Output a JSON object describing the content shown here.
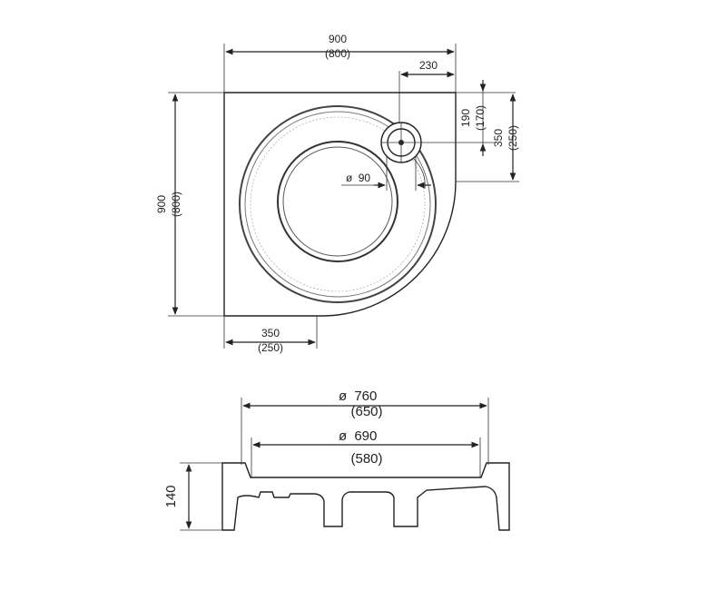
{
  "top_view": {
    "width": {
      "main": "900",
      "alt": "(800)"
    },
    "height": {
      "main": "900",
      "alt": "(800)"
    },
    "drain_x": {
      "main": "230"
    },
    "drain_y": {
      "main": "190",
      "alt": "(170)"
    },
    "right_offset": {
      "main": "350",
      "alt": "(250)"
    },
    "bottom_offset": {
      "main": "350",
      "alt": "(250)"
    },
    "drain_diameter": {
      "symbol": "ø",
      "main": "90"
    }
  },
  "side_view": {
    "outer_diameter": {
      "symbol": "ø",
      "main": "760",
      "alt": "(650)"
    },
    "inner_diameter": {
      "symbol": "ø",
      "main": "690",
      "alt": "(580)"
    },
    "depth": {
      "main": "140"
    }
  }
}
